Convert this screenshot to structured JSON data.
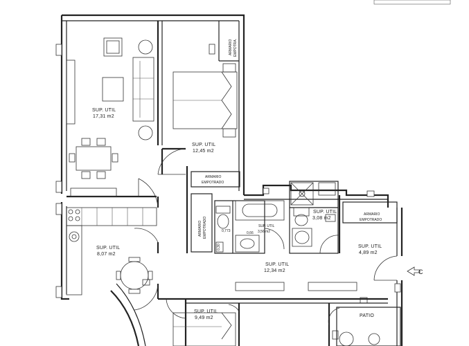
{
  "plan": {
    "top_text": "",
    "rooms": [
      {
        "id": "salon",
        "line1": "SUP. UTIL",
        "line2": "17,31 m2"
      },
      {
        "id": "dormitorio-principal",
        "line1": "SUP. UTIL",
        "line2": "12,45 m2"
      },
      {
        "id": "cocina",
        "line1": "SUP. UTIL",
        "line2": "8,07 m2"
      },
      {
        "id": "pasillo",
        "line1": "SUP. UTIL",
        "line2": "12,34 m2"
      },
      {
        "id": "bano-1",
        "line1": "SUP. UTIL",
        "line2": "3,56 m2"
      },
      {
        "id": "bano-2",
        "line1": "SUP. UTIL",
        "line2": "3,08 m2"
      },
      {
        "id": "recibidor",
        "line1": "SUP. UTIL",
        "line2": "4,89 m2"
      },
      {
        "id": "dormitorio-2",
        "line1": "SUP. UTIL",
        "line2": "9,49 m2"
      }
    ],
    "closets": [
      {
        "id": "armario-empotra",
        "line1": "ARMARIO",
        "line2": "EMPOTRA."
      },
      {
        "id": "armario-empotrado-pasillo",
        "line1": "ARMARIO",
        "line2": "EMPOTRADO"
      },
      {
        "id": "armario-empotrado-vertical",
        "line1": "ARMARIO",
        "line2": "EMPOTRADO"
      },
      {
        "id": "armario-empotrado-entrada",
        "line1": "ARMARIO",
        "line2": "EMPOTRADO"
      }
    ],
    "dimensions": [
      "0,773",
      "0,66",
      "0,30"
    ],
    "patio": "PATIO",
    "entrance_marker": "C"
  }
}
